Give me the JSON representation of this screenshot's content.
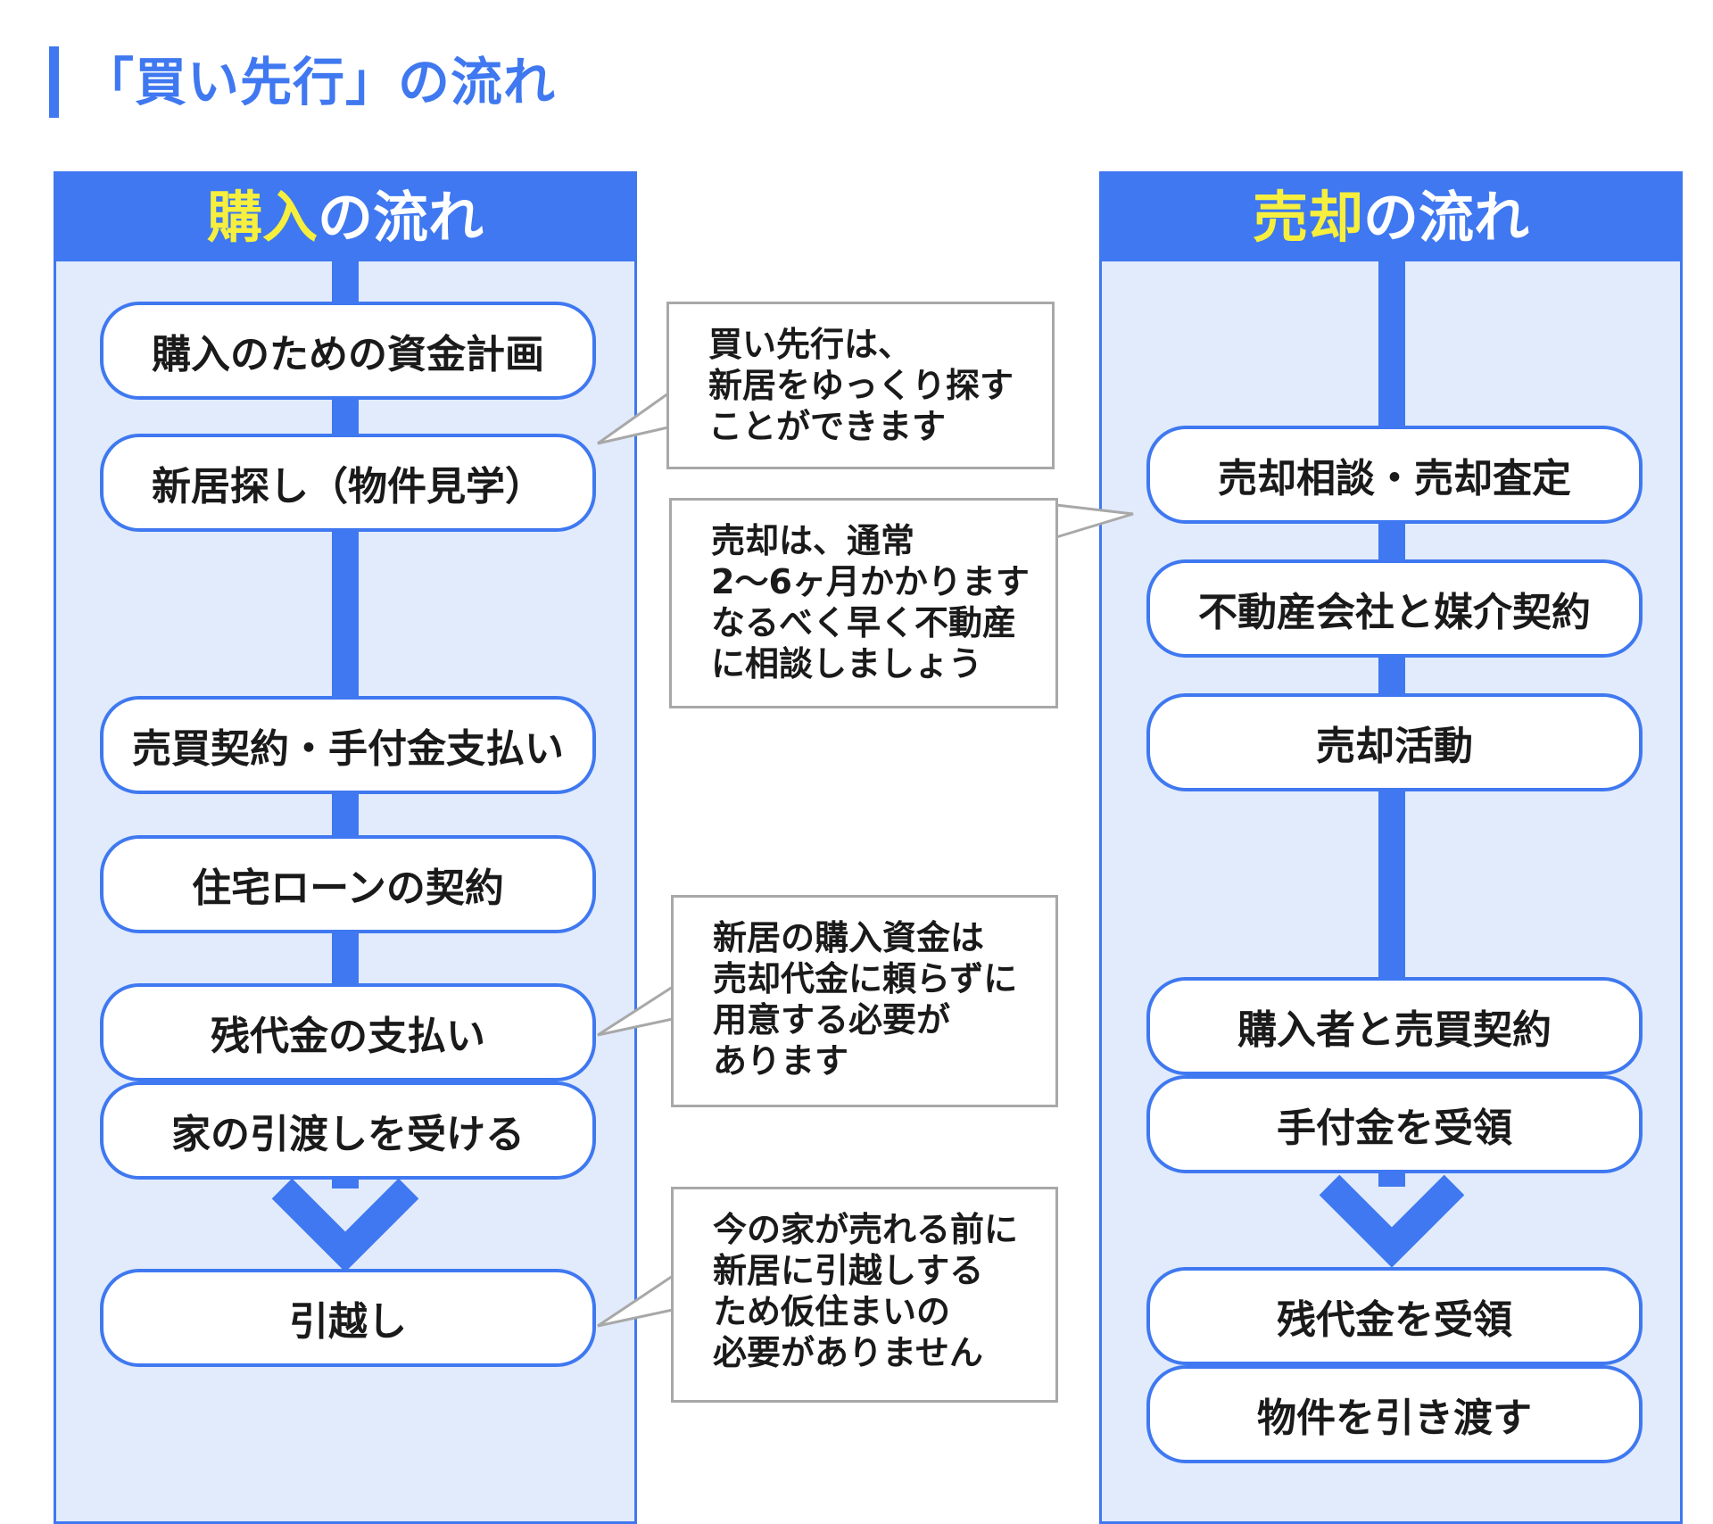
{
  "title": "「買い先行」の流れ",
  "colors": {
    "primary_blue": "#3f78f0",
    "column_fill": "#e1ebfc",
    "header_accent_yellow": "#f6ef3d",
    "note_border": "#a8a8a8"
  },
  "purchase": {
    "header_accent": "購入",
    "header_rest": "の流れ",
    "steps": [
      "購入のための資金計画",
      "新居探し（物件見学）",
      "売買契約・手付金支払い",
      "住宅ローンの契約",
      "残代金の支払い",
      "家の引渡しを受ける",
      "引越し"
    ]
  },
  "sale": {
    "header_accent": "売却",
    "header_rest": "の流れ",
    "steps": [
      "売却相談・売却査定",
      "不動産会社と媒介契約",
      "売却活動",
      "購入者と売買契約",
      "手付金を受領",
      "残代金を受領",
      "物件を引き渡す"
    ]
  },
  "notes": [
    {
      "lines": [
        "買い先行は、",
        "新居をゆっくり探す",
        "ことができます"
      ]
    },
    {
      "lines": [
        "売却は、通常",
        "2〜6ヶ月かかります",
        "なるべく早く不動産",
        "に相談しましょう"
      ]
    },
    {
      "lines": [
        "新居の購入資金は",
        "売却代金に頼らずに",
        "用意する必要が",
        "あります"
      ]
    },
    {
      "lines": [
        "今の家が売れる前に",
        "新居に引越しする",
        "ため仮住まいの",
        "必要がありません"
      ]
    }
  ]
}
